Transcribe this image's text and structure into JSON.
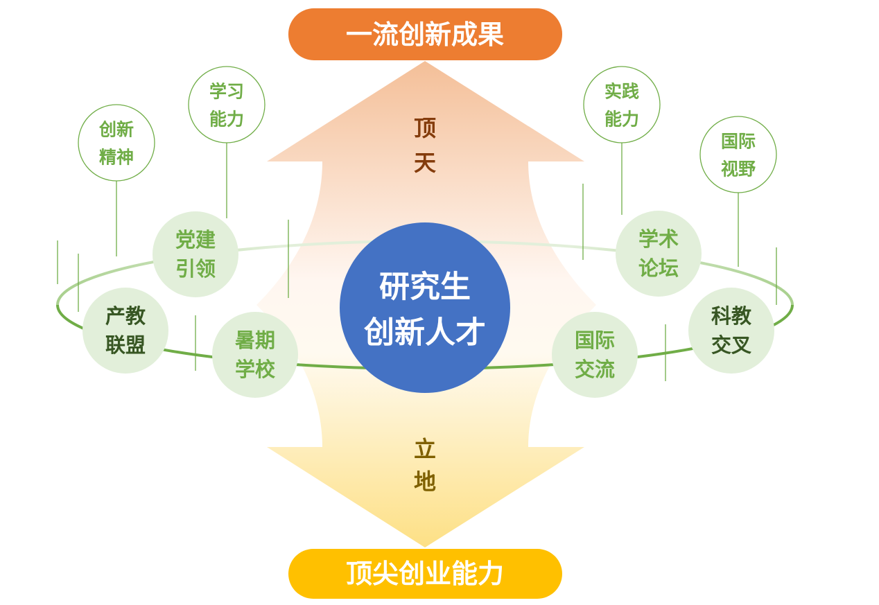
{
  "top_banner": {
    "label": "一流创新成果",
    "color": "#ed7d31"
  },
  "bottom_banner": {
    "label": "顶尖创业能力",
    "color": "#ffc000"
  },
  "up_arrow": {
    "chars": [
      "顶",
      "天"
    ]
  },
  "down_arrow": {
    "chars": [
      "立",
      "地"
    ]
  },
  "center": {
    "lines": [
      "研究生",
      "创新人才"
    ],
    "color": "#4472c4"
  },
  "outer_circles": [
    {
      "lines": [
        "创新",
        "精神"
      ]
    },
    {
      "lines": [
        "学习",
        "能力"
      ]
    },
    {
      "lines": [
        "实践",
        "能力"
      ]
    },
    {
      "lines": [
        "国际",
        "视野"
      ]
    }
  ],
  "ring_circles": [
    {
      "lines": [
        "党建",
        "引领"
      ]
    },
    {
      "lines": [
        "产教",
        "联盟"
      ]
    },
    {
      "lines": [
        "暑期",
        "学校"
      ]
    },
    {
      "lines": [
        "学术",
        "论坛"
      ]
    },
    {
      "lines": [
        "科教",
        "交叉"
      ]
    },
    {
      "lines": [
        "国际",
        "交流"
      ]
    }
  ]
}
